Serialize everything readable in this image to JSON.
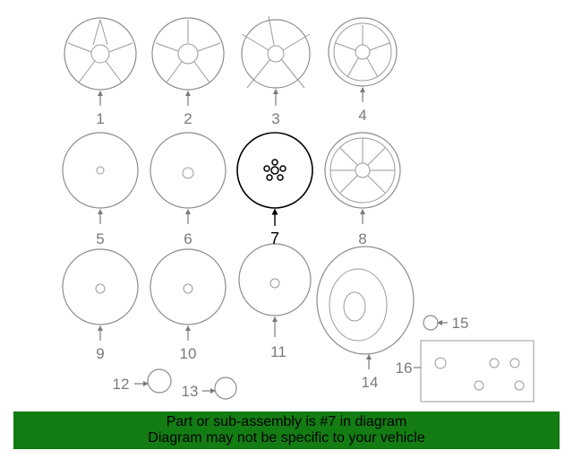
{
  "diagram": {
    "callouts": [
      "1",
      "2",
      "3",
      "4",
      "5",
      "6",
      "7",
      "8",
      "9",
      "10",
      "11",
      "12",
      "13",
      "14",
      "15",
      "16"
    ],
    "selected": "7"
  },
  "banner": {
    "line1": "Part or sub-assembly is #7 in diagram",
    "line2": "Diagram may not be specific to your vehicle"
  },
  "colors": {
    "banner": "#137c13",
    "line": "#8c8c8c",
    "selected": "#000000"
  }
}
